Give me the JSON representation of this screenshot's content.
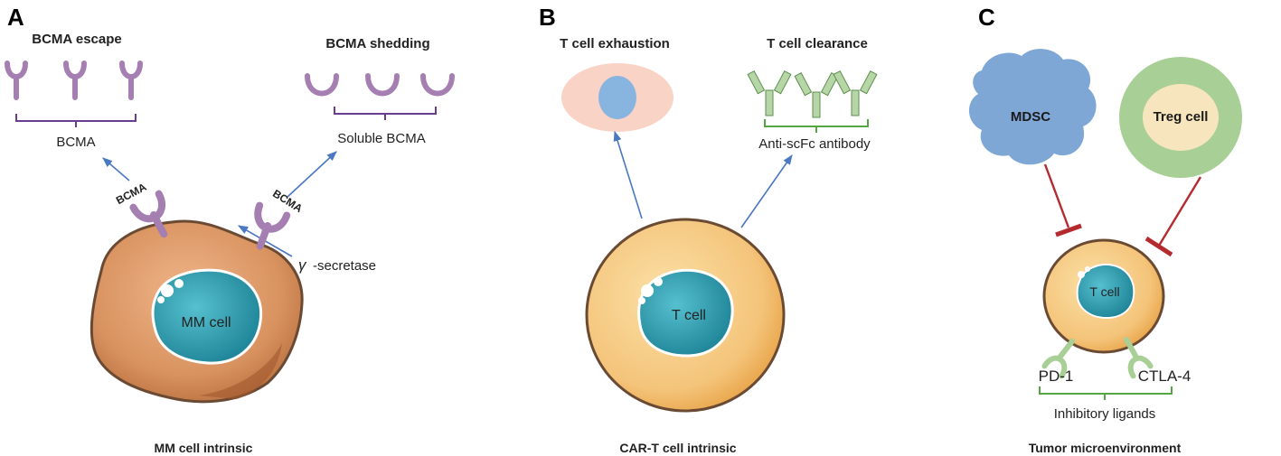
{
  "panels": {
    "a": {
      "letter": "A",
      "escape_title": "BCMA escape",
      "shedding_title": "BCMA shedding",
      "bcma_label": "BCMA",
      "soluble_label": "Soluble BCMA",
      "receptor_label_left": "BCMA",
      "receptor_label_right": "BCMA",
      "secretase_symbol": "γ",
      "secretase_label": "-secretase",
      "cell_label": "MM cell",
      "footer": "MM cell intrinsic"
    },
    "b": {
      "letter": "B",
      "exhaustion_title": "T cell exhaustion",
      "clearance_title": "T cell clearance",
      "antibody_label": "Anti-scFc antibody",
      "cell_label": "T cell",
      "footer": "CAR-T cell intrinsic"
    },
    "c": {
      "letter": "C",
      "mdsc_label": "MDSC",
      "treg_label": "Treg cell",
      "cell_label": "T cell",
      "pd1_label": "PD-1",
      "ctla4_label": "CTLA-4",
      "ligands_label": "Inhibitory ligands",
      "footer": "Tumor microenvironment"
    }
  },
  "colors": {
    "receptor": "#a57fb2",
    "bracket_purple": "#6b3d8e",
    "bracket_green": "#55a544",
    "arrow_blue": "#4a78c2",
    "inhibit_red": "#b52a2e",
    "mm_cell": "#dd9a6a",
    "nucleus": "#2a9cae",
    "t_cell": "#f4c57c",
    "mdsc": "#7ea7d6",
    "treg_outer": "#a8cf95",
    "treg_inner": "#f7e6bd",
    "exhausted_outer": "#f8d3c6",
    "exhausted_inner": "#88b4e0",
    "antibody": "#b7d6a8"
  }
}
